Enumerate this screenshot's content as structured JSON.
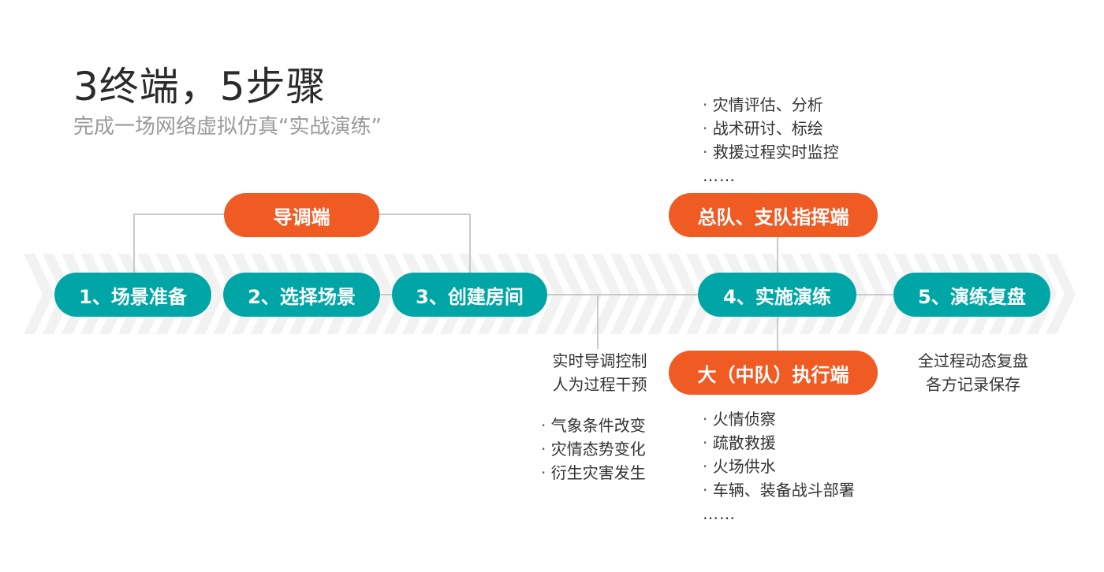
{
  "header": {
    "title": "3终端，5步骤",
    "subtitle": "完成一场网络虚拟仿真“实战演练”"
  },
  "terminals": {
    "director": "导调端",
    "command": "总队、支队指挥端",
    "execution": "大（中队）执行端"
  },
  "steps": [
    {
      "label": "1、场景准备"
    },
    {
      "label": "2、选择场景"
    },
    {
      "label": "3、创建房间"
    },
    {
      "label": "4、实施演练"
    },
    {
      "label": "5、演练复盘"
    }
  ],
  "director_control": {
    "lines": [
      "实时导调控制",
      "人为过程干预"
    ],
    "items": [
      "气象条件改变",
      "灾情态势变化",
      "衍生灾害发生"
    ]
  },
  "command_tasks": {
    "items": [
      "灾情评估、分析",
      "战术研讨、标绘",
      "救援过程实时监控"
    ],
    "ellipsis": "……"
  },
  "execution_tasks": {
    "items": [
      "火情侦察",
      "疏散救援",
      "火场供水",
      "车辆、装备战斗部署"
    ],
    "ellipsis": "……"
  },
  "review": {
    "lines": [
      "全过程动态复盘",
      "各方记录保存"
    ]
  },
  "colors": {
    "teal": "#00a6a6",
    "orange": "#f05a23",
    "chevron": "#f2f2f2",
    "connector": "#c9c9c9"
  }
}
